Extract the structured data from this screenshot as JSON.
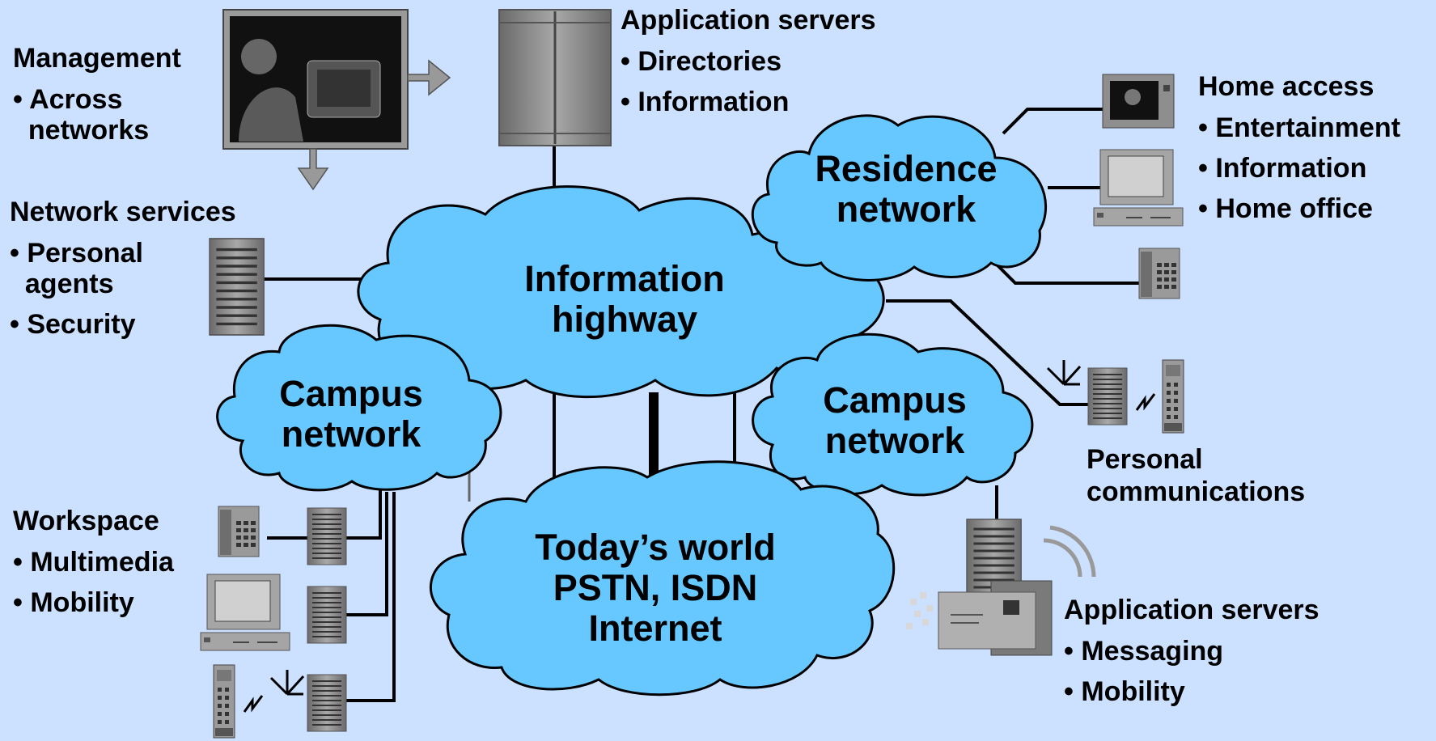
{
  "colors": {
    "background": "#cce0ff",
    "cloud_fill": "#66c8ff",
    "cloud_stroke": "#000000",
    "device_gray": "#8a8a8a",
    "line": "#000000"
  },
  "clouds": {
    "info_highway": {
      "lines": [
        "Information",
        "highway"
      ]
    },
    "residence": {
      "lines": [
        "Residence",
        "network"
      ]
    },
    "campus_left": {
      "lines": [
        "Campus",
        "network"
      ]
    },
    "campus_right": {
      "lines": [
        "Campus",
        "network"
      ]
    },
    "todays_world": {
      "lines": [
        "Today’s world",
        "PSTN, ISDN",
        "Internet"
      ]
    }
  },
  "labels": {
    "management": {
      "heading": "Management",
      "items": [
        "• Across",
        "  networks"
      ]
    },
    "app_servers_top": {
      "heading": "Application servers",
      "items": [
        "• Directories",
        "• Information"
      ]
    },
    "home_access": {
      "heading": "Home access",
      "items": [
        "• Entertainment",
        "• Information",
        "• Home office"
      ]
    },
    "network_services": {
      "heading": "Network services",
      "items": [
        "• Personal",
        "  agents",
        "• Security"
      ]
    },
    "personal_comms": {
      "lines": [
        "Personal",
        "communications"
      ]
    },
    "workspace": {
      "heading": "Workspace",
      "items": [
        "• Multimedia",
        "• Mobility"
      ]
    },
    "app_servers_bottom": {
      "heading": "Application servers",
      "items": [
        "• Messaging",
        "• Mobility"
      ]
    }
  },
  "icons": [
    "monitor-viewer-icon",
    "arrow-right-icon",
    "arrow-down-icon",
    "server-cabinet-icon",
    "tv-icon",
    "desktop-computer-icon",
    "telephone-icon",
    "server-icon",
    "antenna-icon",
    "mobile-phone-icon",
    "lightning-icon",
    "fax-machine-icon",
    "radio-waves-icon"
  ]
}
